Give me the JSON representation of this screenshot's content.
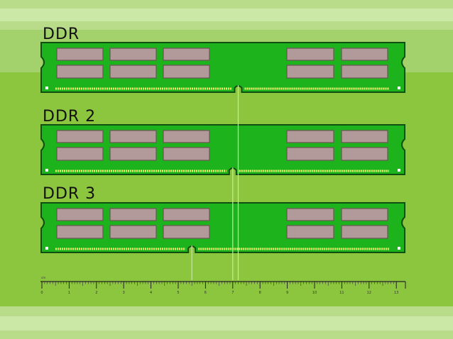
{
  "modules": [
    {
      "id": "ddr",
      "label": "DDR",
      "notch_position": 7.2
    },
    {
      "id": "ddr2",
      "label": "DDR 2",
      "notch_position": 7.0
    },
    {
      "id": "ddr3",
      "label": "DDR 3",
      "notch_position": 5.5
    }
  ],
  "ruler": {
    "units_label": "cm",
    "ticks": [
      "0",
      "1",
      "2",
      "3",
      "4",
      "5",
      "6",
      "7",
      "8",
      "9",
      "10",
      "11",
      "12",
      "13"
    ]
  },
  "colors": {
    "background": "#8cc63f",
    "band_light": "#b8dc8a",
    "band_lighter": "#cce8a6",
    "band_mid": "#a3d16b",
    "pcb": "#1db31d",
    "pcb_edge": "#0f4f0f",
    "chip": "#b39a9a",
    "chip_border": "#6b5555",
    "pins": "#e6ef6a",
    "guide_line": "#c9e7a5"
  }
}
